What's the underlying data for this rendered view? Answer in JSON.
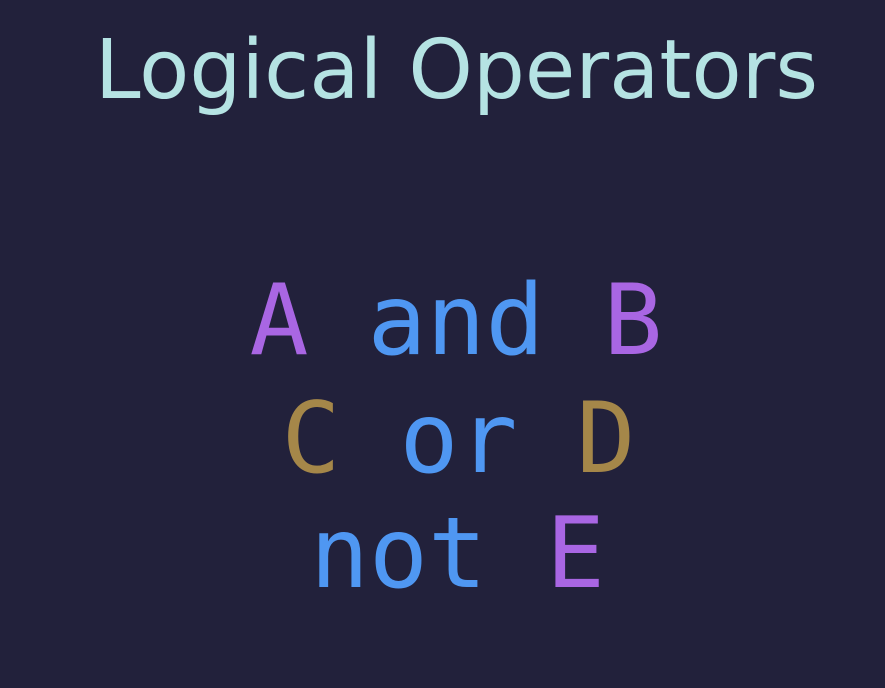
{
  "slide": {
    "title": "Logical Operators",
    "lines": [
      {
        "left": "A",
        "op": "and",
        "right": "B"
      },
      {
        "left": "C",
        "op": "or",
        "right": "D"
      },
      {
        "op": "not",
        "right": "E"
      }
    ]
  },
  "colors": {
    "background": "#22213b",
    "title": "#b5e3e3",
    "keyword": "#4f97f2",
    "operand_purple": "#a966e3",
    "operand_gold": "#a58749"
  }
}
